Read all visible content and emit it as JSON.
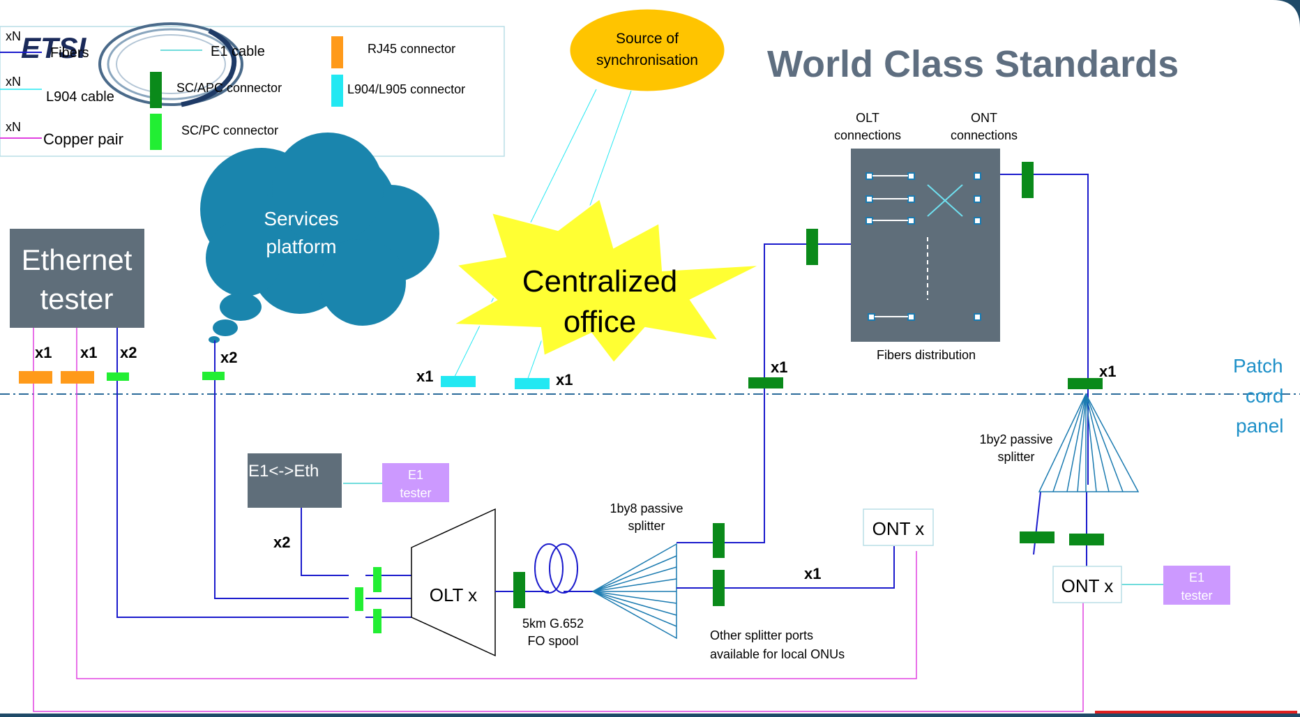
{
  "logo": {
    "text": "ETSI"
  },
  "heading": "World Class Standards",
  "legend": {
    "xn_1": "xN",
    "xn_2": "xN",
    "xn_3": "xN",
    "fibers": "Fibers",
    "e1_cable": "E1 cable",
    "l904_cable": "L904 cable",
    "copper_pair": "Copper pair",
    "rj45": "RJ45 connector",
    "scapc": "SC/APC connector",
    "scpc": "SC/PC connector",
    "l904_l905": "L904/L905 connector"
  },
  "sync_source": {
    "line1": "Source of",
    "line2": "synchronisation"
  },
  "cloud": {
    "line1": "Services",
    "line2": "platform"
  },
  "office": {
    "line1": "Centralized",
    "line2": "office"
  },
  "ethernet_tester": {
    "line1": "Ethernet",
    "line2": "tester"
  },
  "fibers_distribution": {
    "olt_conn_1": "OLT",
    "olt_conn_2": "connections",
    "ont_conn_1": "ONT",
    "ont_conn_2": "connections",
    "caption": "Fibers distribution"
  },
  "patch_panel": {
    "line1": "Patch",
    "line2": "cord",
    "line3": "panel"
  },
  "counts": {
    "eth_a": "x1",
    "eth_b": "x1",
    "eth_c": "x2",
    "cloud": "x2",
    "l904_left": "x1",
    "l904_right": "x1",
    "dist_left": "x1",
    "dist_right": "x1",
    "conv": "x2",
    "ont_link": "x1"
  },
  "e1_eth": "E1<->Eth",
  "e1_tester_left": {
    "line1": "E1",
    "line2": "tester"
  },
  "e1_tester_right": {
    "line1": "E1",
    "line2": "tester"
  },
  "olt": "OLT x",
  "spool": {
    "line1": "5km G.652",
    "line2": "FO spool"
  },
  "splitter8": {
    "line1": "1by8 passive",
    "line2": "splitter"
  },
  "splitter2": {
    "line1": "1by2 passive",
    "line2": "splitter"
  },
  "other_ports": {
    "line1": "Other splitter ports",
    "line2": "available for local ONUs"
  },
  "ont_center": "ONT x",
  "ont_right": "ONT x",
  "colors": {
    "background": "#1f4a68",
    "slide": "#ffffff",
    "heading": "#5e6e80",
    "fiber": "#1a1acc",
    "copper": "#e040e0",
    "e1_cable": "#40d0d0",
    "rj45": "#ff9a1a",
    "scapc": "#0a8a1a",
    "scpc": "#22ee33",
    "l904": "#22e8f2",
    "grey_box": "#5f6e7a",
    "cloud": "#1a85ad",
    "sync": "#ffc400",
    "star": "#ffff33",
    "tester": "#cc99ff",
    "patch_line": "#2a6a9a"
  }
}
